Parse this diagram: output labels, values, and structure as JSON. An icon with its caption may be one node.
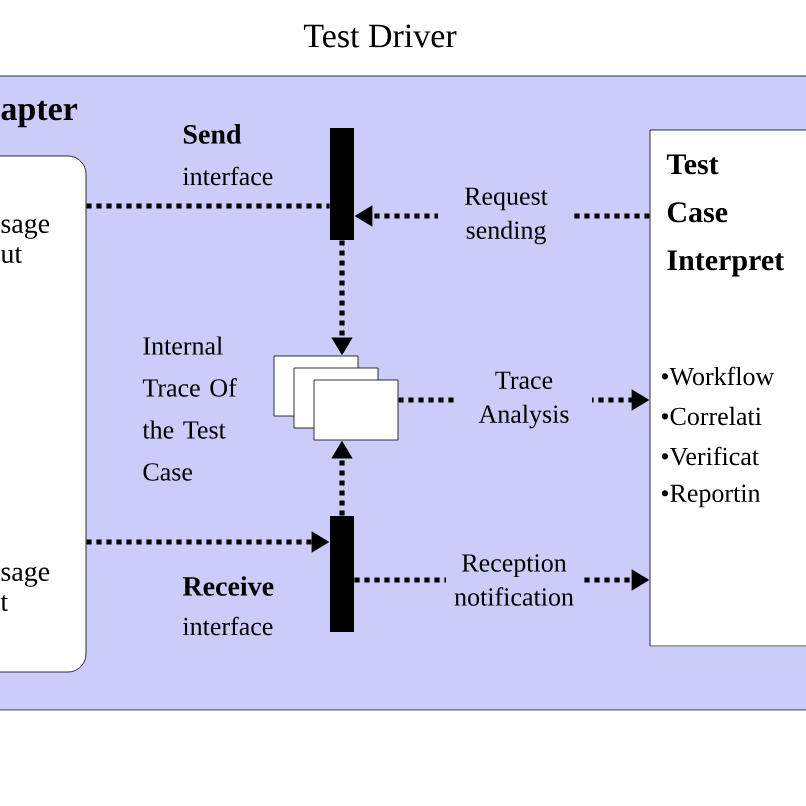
{
  "diagram": {
    "nodes": [
      {
        "text": [
          "Test Driver"
        ]
      },
      {
        "text": [
          "apter",
          "sage ut",
          "sage t"
        ],
        "in": 0
      },
      {
        "text": [],
        "shape": "bar",
        "beside": [
          "Send",
          "interface"
        ],
        "in": 0
      },
      {
        "text": [],
        "shape": "box",
        "beside": [
          "Internal Trace Of the Test Case"
        ],
        "in": 0
      },
      {
        "text": [],
        "shape": "bar",
        "beside": [
          "Receive",
          "interface"
        ],
        "in": 0
      },
      {
        "text": [
          "Test Case Interpret",
          "•Workflow",
          "•Correlati",
          "•Verificat",
          "•Reportin"
        ],
        "in": 0
      }
    ],
    "edges": [
      {
        "from": 1,
        "to": 2,
        "arrow": "none"
      },
      {
        "from": 5,
        "to": 2,
        "arrow": "to",
        "label": "Request sending"
      },
      {
        "from": 2,
        "to": 3,
        "arrow": "to"
      },
      {
        "from": 3,
        "to": 5,
        "arrow": "to",
        "label": "Trace Analysis"
      },
      {
        "from": 4,
        "to": 3,
        "arrow": "to"
      },
      {
        "from": 1,
        "to": 4,
        "arrow": "to"
      },
      {
        "from": 4,
        "to": 5,
        "arrow": "to",
        "label": "Reception notification"
      }
    ]
  }
}
